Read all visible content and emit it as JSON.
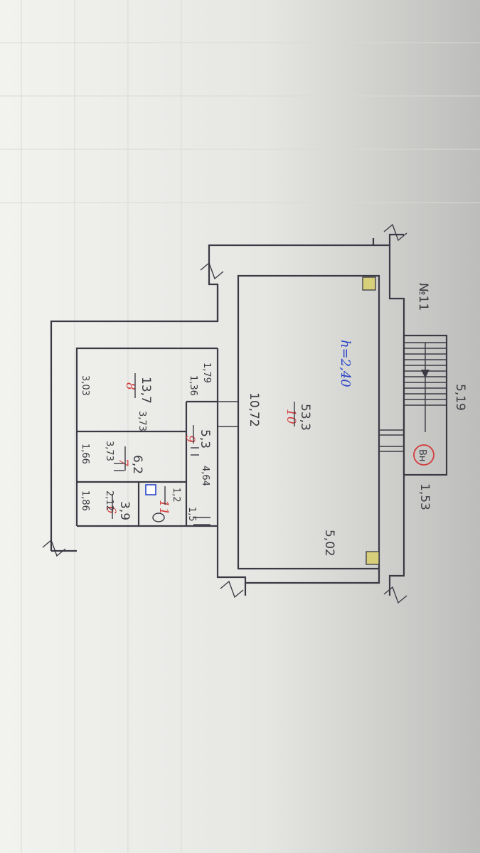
{
  "colors": {
    "ink": "#3a3a44",
    "red": "#d23a3a",
    "blue": "#2a45c8",
    "paper": "#ecece9"
  },
  "rooms": [
    {
      "number": "6",
      "area": "3,9",
      "dim_a": "1,86",
      "dim_b": "2,12"
    },
    {
      "number": "7",
      "area": "6,2",
      "dim_a": "1,66",
      "dim_b": "3,73"
    },
    {
      "number": "8",
      "area": "13,7",
      "dim_a": "3,03",
      "dim_b": "3,73"
    },
    {
      "number": "9",
      "area": "5,3",
      "dim_a": "4,64",
      "dim_b": "1,36"
    },
    {
      "number": "10",
      "area": "53,3",
      "dim_a": "10,72",
      "dim_b": "5,02"
    },
    {
      "number": "11",
      "area": "1,2",
      "dim_a": "1,5"
    }
  ],
  "dimensions": {
    "corridor_end": "1,79",
    "stair_length": "5,19",
    "stair_width": "1,53"
  },
  "height_label": "h=2,40",
  "building_label": "№11",
  "porch_label": "Вн"
}
